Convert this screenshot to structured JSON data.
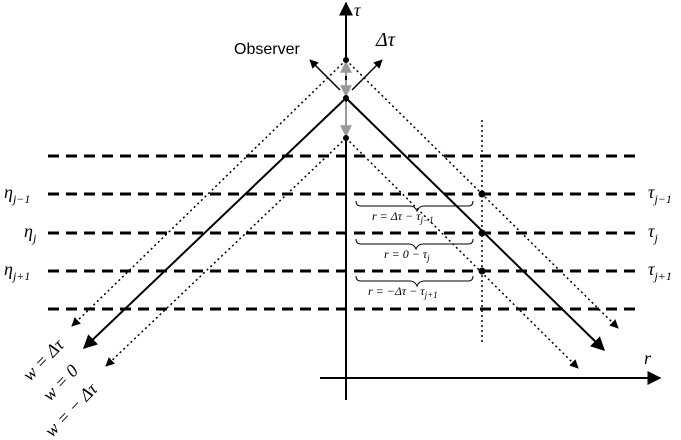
{
  "labels": {
    "tau_axis": "τ",
    "r_axis": "r",
    "observer": "Observer",
    "delta_tau": "Δτ",
    "eta_jm1": "η",
    "eta_jm1_sub": "j−1",
    "eta_j": "η",
    "eta_j_sub": "j",
    "eta_jp1": "η",
    "eta_jp1_sub": "j+1",
    "tau_jm1": "τ",
    "tau_jm1_sub": "j−1",
    "tau_j": "τ",
    "tau_j_sub": "j",
    "tau_jp1": "τ",
    "tau_jp1_sub": "j+1",
    "brace_top": "r = Δτ − τ",
    "brace_top_sub": "j−1",
    "brace_mid": "r = 0 − τ",
    "brace_mid_sub": "j",
    "brace_bot": "r = −Δτ − τ",
    "brace_bot_sub": "j+1",
    "w_delta": "w = Δτ",
    "w_zero": "w = 0",
    "w_neg": "w = − Δτ"
  }
}
